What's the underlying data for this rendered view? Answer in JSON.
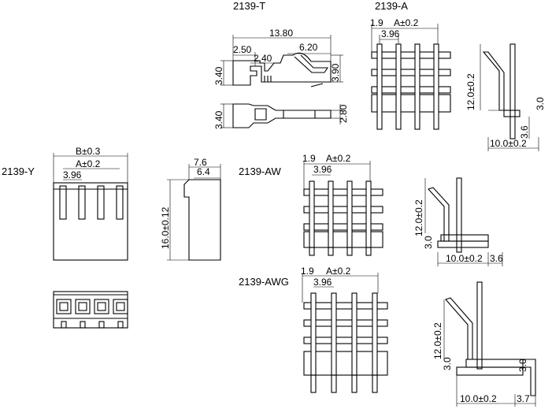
{
  "labels": {
    "t": "2139-T",
    "a": "2139-A",
    "y": "2139-Y",
    "aw": "2139-AW",
    "awg": "2139-AWG"
  },
  "dims": {
    "t_len": "13.80",
    "t_250": "2.50",
    "t_240": "2.40",
    "t_620": "6.20",
    "t_390": "3.90",
    "t_340a": "3.40",
    "t_340b": "3.40",
    "t_280": "2.80",
    "a_19": "1.9",
    "a_A": "A±0.2",
    "a_396": "3.96",
    "a_12": "12.0±0.2",
    "a_36": "3.6",
    "a_30": "3.0",
    "a_10": "10.0±0.2",
    "y_B": "B±0.3",
    "y_A": "A±0.2",
    "y_396": "3.96",
    "s_76": "7.6",
    "s_64": "6.4",
    "s_16": "16.0±0.12",
    "aw_19": "1.9",
    "aw_A": "A±0.2",
    "aw_396": "3.96",
    "aw_12": "12.0±0.2",
    "aw_30": "3.0",
    "aw_10": "10.0±0.2",
    "aw_36": "3.6",
    "awg_19": "1.9",
    "awg_A": "A±0.2",
    "awg_396": "3.96",
    "awg_12": "12.0±0.2",
    "awg_30a": "3.0",
    "awg_30b": "3.0",
    "awg_10": "10.0±0.2",
    "awg_37": "3.7"
  }
}
